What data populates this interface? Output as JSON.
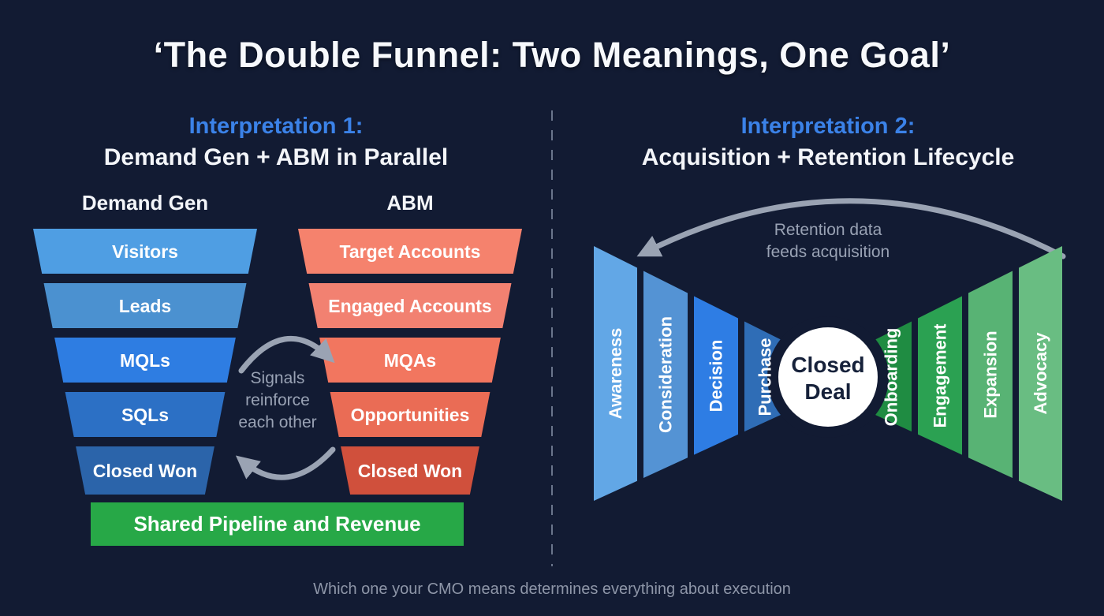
{
  "title": "‘The Double Funnel: Two Meanings, One Goal’",
  "caption": "Which one your CMO means determines everything about execution",
  "colors": {
    "background": "#121b33",
    "accent_blue": "#3b82e8",
    "text_primary": "#f3f5f9",
    "text_muted": "#8e96a8",
    "arrow_gray": "#9aa3b3",
    "divider": "#79859b",
    "shared_bar_green": "#27a847",
    "circle_fill": "#ffffff"
  },
  "icons": {
    "cycle_arrow_top": "curved-arrow-clockwise",
    "cycle_arrow_bottom": "curved-arrow-counterclockwise",
    "retention_feedback_arrow": "curved-arrow-right-to-left"
  },
  "left_panel": {
    "heading_line1": "Interpretation 1:",
    "heading_line2": "Demand Gen + ABM in Parallel",
    "funnel1": {
      "label": "Demand Gen",
      "stages": [
        {
          "label": "Visitors",
          "color": "#4f9ee3"
        },
        {
          "label": "Leads",
          "color": "#4b91d0"
        },
        {
          "label": "MQLs",
          "color": "#2e7de2"
        },
        {
          "label": "SQLs",
          "color": "#2c70c5"
        },
        {
          "label": "Closed Won",
          "color": "#2b64aa"
        }
      ]
    },
    "funnel2": {
      "label": "ABM",
      "stages": [
        {
          "label": "Target Accounts",
          "color": "#f5826d"
        },
        {
          "label": "Engaged Accounts",
          "color": "#f28171"
        },
        {
          "label": "MQAs",
          "color": "#f2765f"
        },
        {
          "label": "Opportunities",
          "color": "#ea6c55"
        },
        {
          "label": "Closed Won",
          "color": "#d0503c"
        }
      ]
    },
    "center_note": [
      "Signals",
      "reinforce",
      "each other"
    ],
    "shared_bar": {
      "label": "Shared Pipeline and Revenue",
      "color": "#27a847"
    }
  },
  "right_panel": {
    "heading_line1": "Interpretation 2:",
    "heading_line2": "Acquisition + Retention Lifecycle",
    "arc_note": [
      "Retention data",
      "feeds acquisition"
    ],
    "acquisition_stages": [
      {
        "label": "Awareness",
        "color": "#62a7e6"
      },
      {
        "label": "Consideration",
        "color": "#5493d4"
      },
      {
        "label": "Decision",
        "color": "#2e7de4"
      },
      {
        "label": "Purchase",
        "color": "#2f6db6"
      }
    ],
    "center_circle": [
      "Closed",
      "Deal"
    ],
    "retention_stages": [
      {
        "label": "Onboarding",
        "color": "#1f8c42"
      },
      {
        "label": "Engagement",
        "color": "#2ba152"
      },
      {
        "label": "Expansion",
        "color": "#58b374"
      },
      {
        "label": "Advocacy",
        "color": "#69bd82"
      }
    ]
  }
}
